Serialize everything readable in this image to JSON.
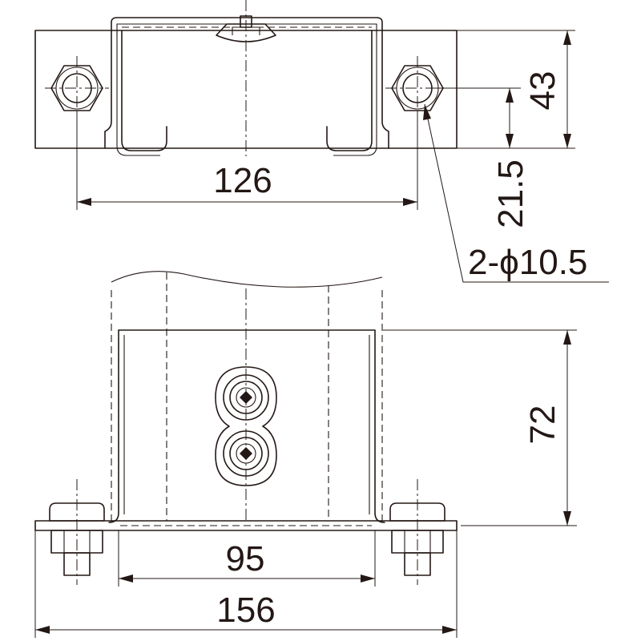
{
  "dimensions": {
    "top_view_width": "126",
    "top_view_height": "43",
    "hole_offset": "21.5",
    "hole_spec": "2-ϕ10.5",
    "front_view_height": "72",
    "front_inner_width": "95",
    "front_overall_width": "156"
  }
}
